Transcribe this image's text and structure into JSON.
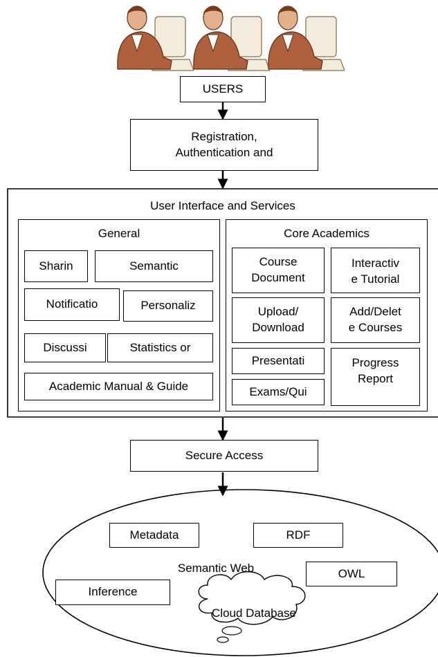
{
  "colors": {
    "person_skin": "#b0603a",
    "person_skin_light": "#e3b08c",
    "monitor": "#f3ebdc",
    "line": "#000000"
  },
  "users": {
    "label": "USERS",
    "icon_count": 3
  },
  "registration": {
    "line1": "Registration,",
    "line2": "Authentication and"
  },
  "ui_services": {
    "title": "User Interface and Services",
    "general": {
      "title": "General",
      "items": [
        "Sharin",
        "Semantic",
        "Notificatio",
        "Personaliz",
        "Discussi",
        "Statistics or",
        "Academic Manual & Guide"
      ]
    },
    "core": {
      "title": "Core Academics",
      "course_doc": {
        "line1": "Course",
        "line2": "Document"
      },
      "tutorial": {
        "line1": "Interactiv",
        "line2": "e Tutorial"
      },
      "upload": {
        "line1": "Upload/",
        "line2": "Download"
      },
      "add_delete": {
        "line1": "Add/Delet",
        "line2": "e Courses"
      },
      "presentation": "Presentati",
      "progress": {
        "line1": "Progress",
        "line2": "Report"
      },
      "exams": "Exams/Qui"
    }
  },
  "secure_access": "Secure Access",
  "semantic_web": {
    "title": "Semantic Web",
    "metadata": "Metadata",
    "rdf": "RDF",
    "owl": "OWL",
    "inference": "Inference",
    "cloud": "Cloud Database"
  }
}
